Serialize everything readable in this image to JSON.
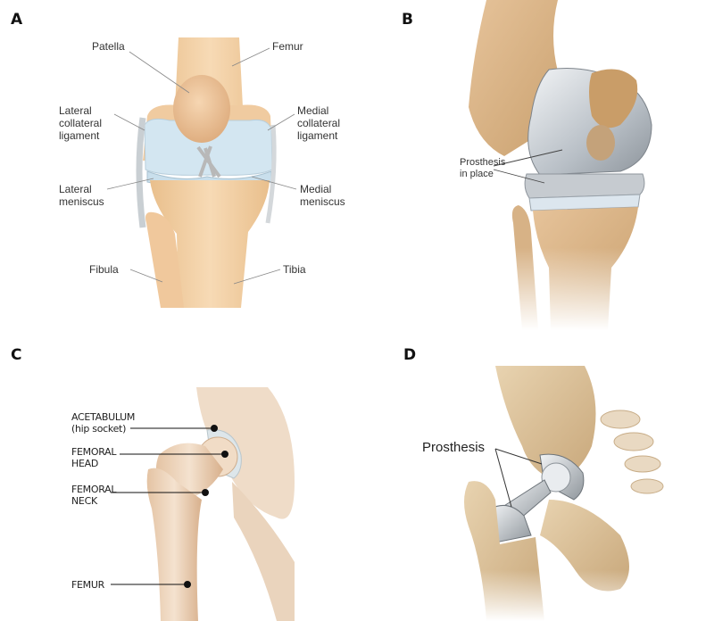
{
  "panels": {
    "a": {
      "letter": "A",
      "labels": {
        "patella": "Patella",
        "femur": "Femur",
        "lateral_collateral": "Lateral\ncollateral\nligament",
        "medial_collateral": "Medial\ncollateral\nligament",
        "lateral_meniscus": "Lateral\nmeniscus",
        "medial_meniscus": "Medial\nmeniscus",
        "fibula": "Fibula",
        "tibia": "Tibia"
      }
    },
    "b": {
      "letter": "B",
      "labels": {
        "prosthesis": "Prosthesis\nin place"
      }
    },
    "c": {
      "letter": "C",
      "labels": {
        "acetabulum": "ACETABULUM\n(hip socket)",
        "femoral_head": "FEMORAL\nHEAD",
        "femoral_neck": "FEMORAL\nNECK",
        "femur": "FEMUR"
      }
    },
    "d": {
      "letter": "D",
      "labels": {
        "prosthesis": "Prosthesis"
      }
    }
  },
  "colors": {
    "bone": "#f2cfa2",
    "bone_shadow": "#d9a878",
    "cartilage": "#cfe3ef",
    "implant": "#c8ccd0",
    "hip_bone": "#efd9c2"
  }
}
